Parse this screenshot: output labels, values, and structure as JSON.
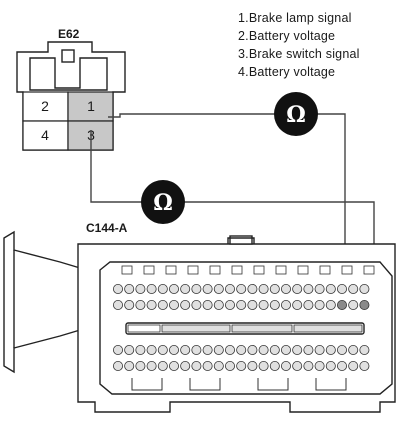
{
  "legend": [
    "1.Brake lamp signal",
    "2.Battery voltage",
    "3.Brake switch signal",
    "4.Battery voltage"
  ],
  "connector_e62": {
    "name": "E62",
    "pins": [
      "1",
      "2",
      "3",
      "4"
    ]
  },
  "connector_c144": {
    "name": "C144-A"
  },
  "meter_symbol": "Ω",
  "colors": {
    "highlight_pin": "#c8c8c8",
    "meter_bg": "#111111",
    "pin_face": "#e0e0e0",
    "pin_highlight": "#8a8a8a"
  }
}
